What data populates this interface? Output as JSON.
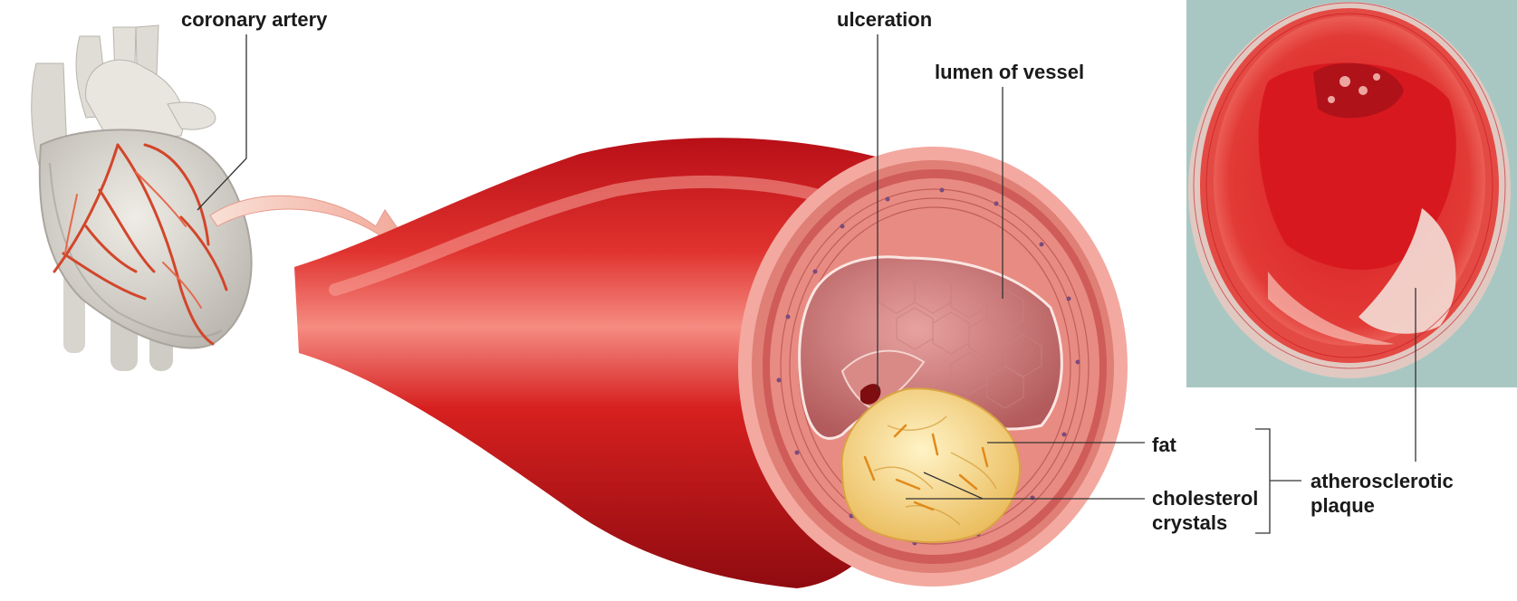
{
  "labels": {
    "coronary_artery": "coronary artery",
    "ulceration": "ulceration",
    "lumen_of_vessel": "lumen of vessel",
    "fat": "fat",
    "cholesterol_crystals": "cholesterol\ncrystals",
    "atherosclerotic_plaque": "atherosclerotic\nplaque"
  },
  "colors": {
    "vessel_red": "#c8141c",
    "vessel_highlight": "#f27a72",
    "vessel_wall_pink": "#f3a9a0",
    "plaque_yellow": "#f6d57e",
    "micrograph_bg": "#a9c7c2",
    "heart_gray": "#d9d6d0",
    "artery_branch": "#d2462b"
  }
}
